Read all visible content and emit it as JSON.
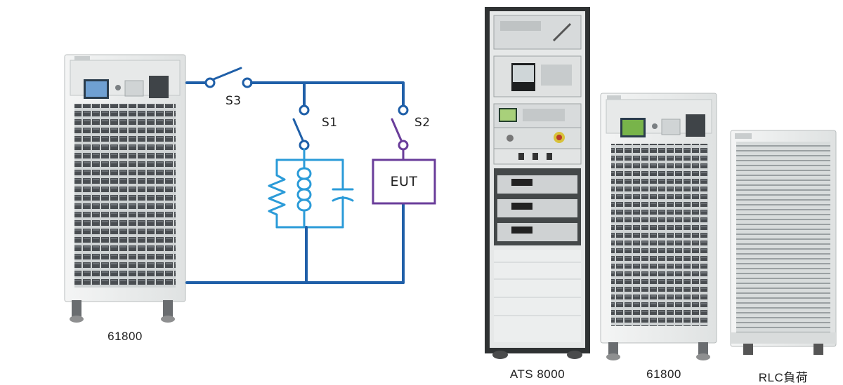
{
  "diagram": {
    "switches": {
      "s3": "S3",
      "s1": "S1",
      "s2": "S2"
    },
    "eut_label": "EUT",
    "colors": {
      "wire": "#1f5fa8",
      "rlc": "#2b9bd8",
      "eut": "#6a3d9a",
      "cabinet": "#e9ebeb"
    }
  },
  "captions": {
    "left_unit": "61800",
    "ats": "ATS 8000",
    "right_unit": "61800",
    "rlc": "RLC負荷"
  }
}
